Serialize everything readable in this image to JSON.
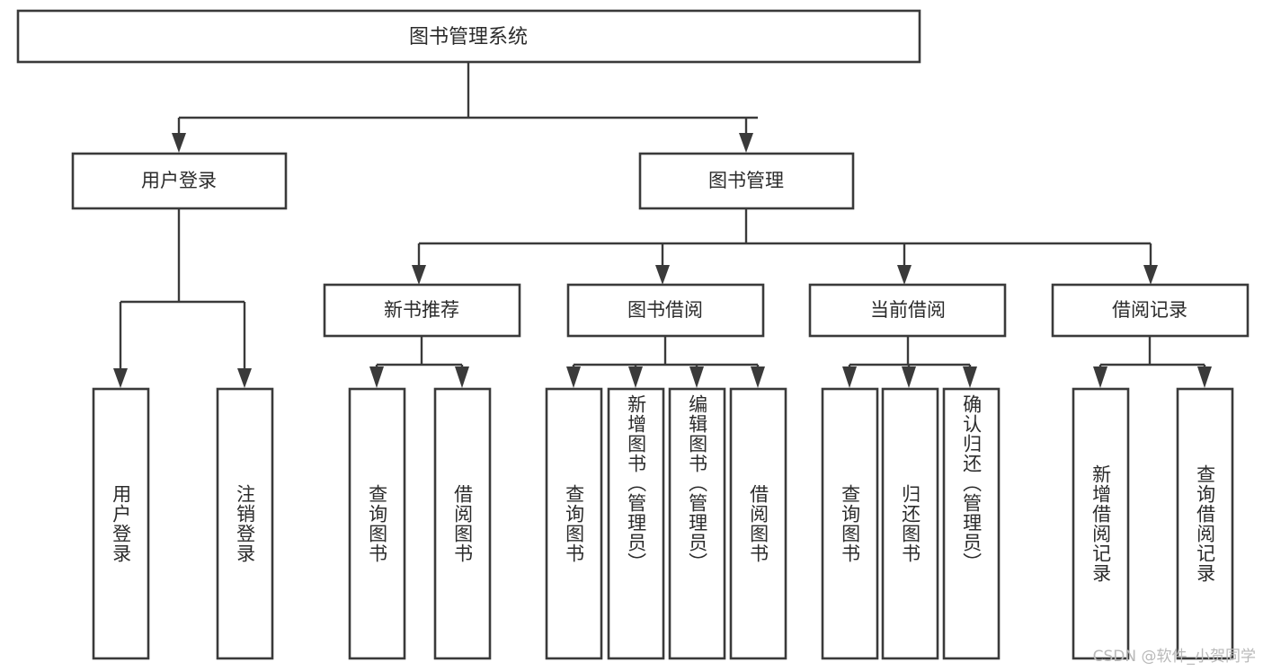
{
  "diagram": {
    "type": "tree",
    "title": "图书管理系统",
    "watermark": "CSDN @软件_小贺同学",
    "colors": {
      "box_stroke": "#3a3a3a",
      "box_fill": "#ffffff",
      "text": "#2b2b2b",
      "connector": "#3a3a3a",
      "watermark": "#b9b9b9",
      "background": "#ffffff"
    },
    "root": {
      "label": "图书管理系统"
    },
    "level2": [
      {
        "label": "用户登录"
      },
      {
        "label": "图书管理"
      }
    ],
    "level3": [
      {
        "label": "新书推荐"
      },
      {
        "label": "图书借阅"
      },
      {
        "label": "当前借阅"
      },
      {
        "label": "借阅记录"
      }
    ],
    "leaves": {
      "user_login": [
        {
          "label": "用户登录"
        },
        {
          "label": "注销登录"
        }
      ],
      "new_book_recommend": [
        {
          "label": "查询图书"
        },
        {
          "label": "借阅图书"
        }
      ],
      "book_borrow": [
        {
          "label": "查询图书"
        },
        {
          "label": "新增图书（管理员）"
        },
        {
          "label": "编辑图书（管理员）"
        },
        {
          "label": "借阅图书"
        }
      ],
      "current_borrow": [
        {
          "label": "查询图书"
        },
        {
          "label": "归还图书"
        },
        {
          "label": "确认归还（管理员）"
        }
      ],
      "borrow_record": [
        {
          "label": "新增借阅记录"
        },
        {
          "label": "查询借阅记录"
        }
      ]
    }
  }
}
